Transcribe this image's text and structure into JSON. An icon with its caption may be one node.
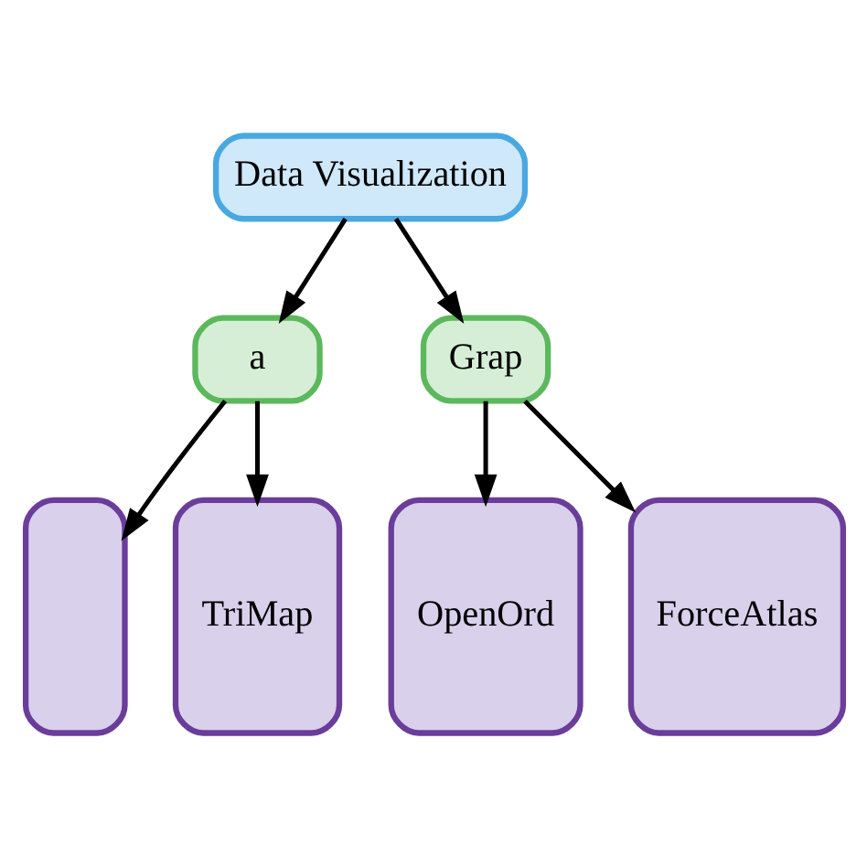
{
  "diagram": {
    "nodes": [
      {
        "text": [
          "Data Visualization"
        ]
      },
      {
        "text": [
          "a"
        ]
      },
      {
        "text": [
          "Grap"
        ]
      },
      {
        "text": [],
        "shape": "box"
      },
      {
        "text": [
          "TriMap"
        ]
      },
      {
        "text": [
          "OpenOrd"
        ]
      },
      {
        "text": [
          "ForceAtlas"
        ]
      }
    ],
    "edges": [
      {
        "from": 0,
        "to": 1,
        "arrow": "to"
      },
      {
        "from": 0,
        "to": 2,
        "arrow": "to"
      },
      {
        "from": 1,
        "to": 3,
        "arrow": "to"
      },
      {
        "from": 1,
        "to": 4,
        "arrow": "to"
      },
      {
        "from": 2,
        "to": 5,
        "arrow": "to"
      },
      {
        "from": 2,
        "to": 6,
        "arrow": "to"
      }
    ]
  }
}
